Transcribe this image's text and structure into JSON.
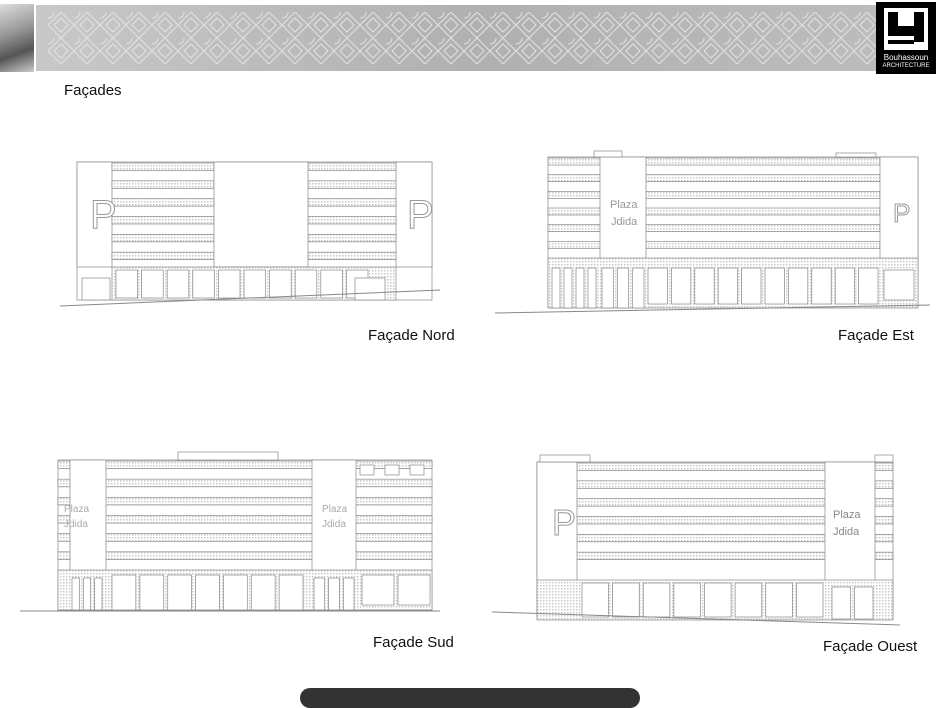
{
  "header": {
    "title": "Façades",
    "logo": {
      "name": "Bouhassoun",
      "subtitle": "ARCHITECTURE"
    }
  },
  "elevations": [
    {
      "label": "Façade Nord",
      "signs": [
        "P",
        "P"
      ]
    },
    {
      "label": "Façade Est",
      "signs": [
        "Plaza",
        "Jdida",
        "P"
      ]
    },
    {
      "label": "Façade Sud",
      "signs": [
        "Plaza",
        "Jdida",
        "Plaza",
        "Jdida"
      ]
    },
    {
      "label": "Façade Ouest",
      "signs": [
        "P",
        "Plaza",
        "Jdida"
      ]
    }
  ],
  "colors": {
    "line": "#888888",
    "hatch": "#cfcfcf",
    "text": "#111111"
  }
}
